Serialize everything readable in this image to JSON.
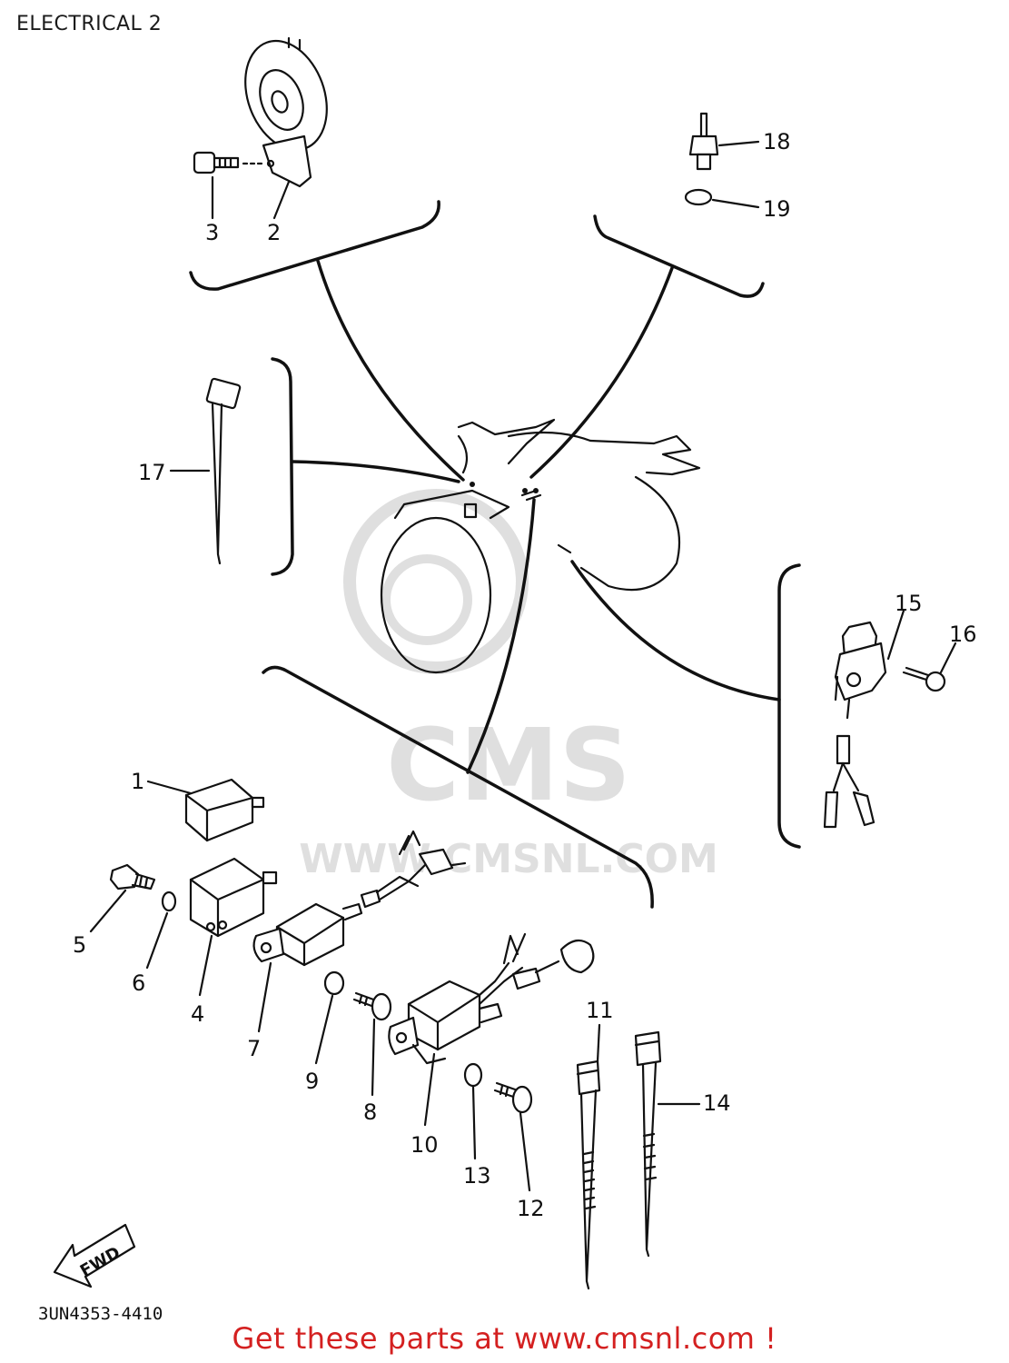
{
  "title": "ELECTRICAL 2",
  "watermark": {
    "line1": "CMS",
    "line2": "WWW.CMSNL.COM",
    "color": "#d9d9d9"
  },
  "callouts": {
    "c1": "1",
    "c2": "2",
    "c3": "3",
    "c4": "4",
    "c5": "5",
    "c6": "6",
    "c7": "7",
    "c8": "8",
    "c9": "9",
    "c10": "10",
    "c11": "11",
    "c12": "12",
    "c13": "13",
    "c14": "14",
    "c15": "15",
    "c16": "16",
    "c17": "17",
    "c18": "18",
    "c19": "19"
  },
  "fwd_label": "FWD",
  "part_code": "3UN4353-4410",
  "footer": "Get these parts at www.cmsnl.com !",
  "colors": {
    "footer": "#d42020",
    "lines": "#111111"
  }
}
